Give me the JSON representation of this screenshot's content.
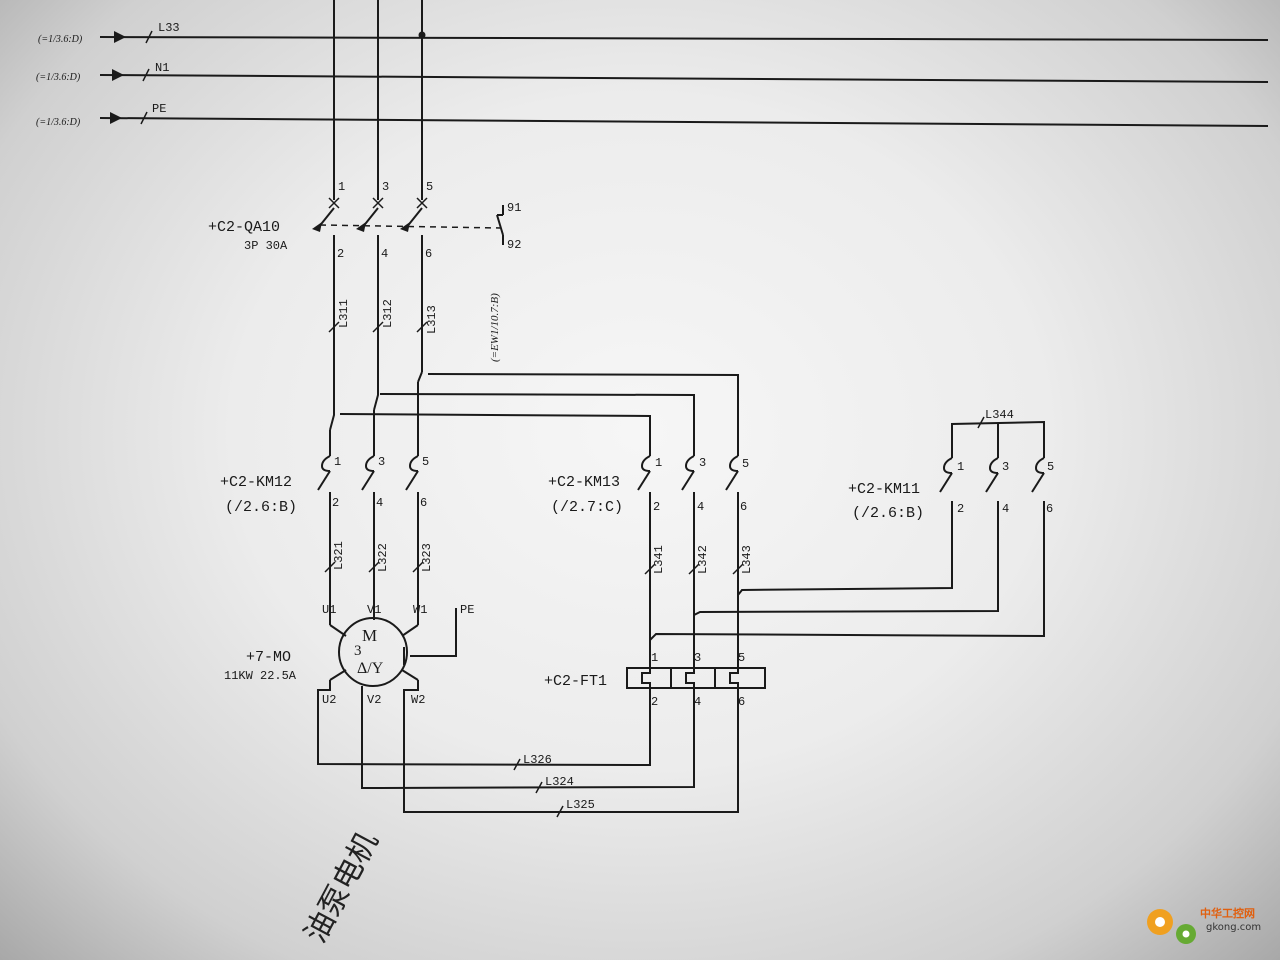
{
  "busbars": [
    {
      "ref": "(=1/3.6:D)",
      "label": "L33"
    },
    {
      "ref": "(=1/3.6:D)",
      "label": "N1"
    },
    {
      "ref": "(=1/3.6:D)",
      "label": "PE"
    }
  ],
  "breaker": {
    "tag": "+C2-QA10",
    "rating": "3P 30A",
    "terminals_top": [
      "1",
      "3",
      "5"
    ],
    "terminals_bottom": [
      "2",
      "4",
      "6"
    ],
    "aux_contact": {
      "top": "91",
      "bottom": "92",
      "ref": "(=EW1/10.7:B)"
    }
  },
  "wires_breaker_out": [
    "L311",
    "L312",
    "L313"
  ],
  "contactor_main": {
    "tag": "+C2-KM12",
    "ref": "(/2.6:B)",
    "top": [
      "1",
      "3",
      "5"
    ],
    "bottom": [
      "2",
      "4",
      "6"
    ]
  },
  "wires_main_out": [
    "L321",
    "L322",
    "L323"
  ],
  "contactor_delta": {
    "tag": "+C2-KM13",
    "ref": "(/2.7:C)",
    "top": [
      "1",
      "3",
      "5"
    ],
    "bottom": [
      "2",
      "4",
      "6"
    ]
  },
  "wires_delta_out": [
    "L341",
    "L342",
    "L343"
  ],
  "contactor_star": {
    "tag": "+C2-KM11",
    "ref": "(/2.6:B)",
    "top": [
      "1",
      "3",
      "5"
    ],
    "bottom": [
      "2",
      "4",
      "6"
    ],
    "bridge": "L344"
  },
  "motor": {
    "tag": "+7-MO",
    "rating": "11KW 22.5A",
    "symbol_m": "M",
    "symbol_phase": "3",
    "symbol_conn": "Δ/Y",
    "upper_terms": [
      "U1",
      "V1",
      "W1"
    ],
    "lower_terms": [
      "U2",
      "V2",
      "W2"
    ],
    "pe": "PE"
  },
  "overload_relay": {
    "tag": "+C2-FT1",
    "top": [
      "1",
      "3",
      "5"
    ],
    "bottom": [
      "2",
      "4",
      "6"
    ]
  },
  "return_wires": [
    "L326",
    "L324",
    "L325"
  ],
  "caption": "油泵电机",
  "watermark": {
    "cn": "中华工控网",
    "url": "gkong.com"
  }
}
